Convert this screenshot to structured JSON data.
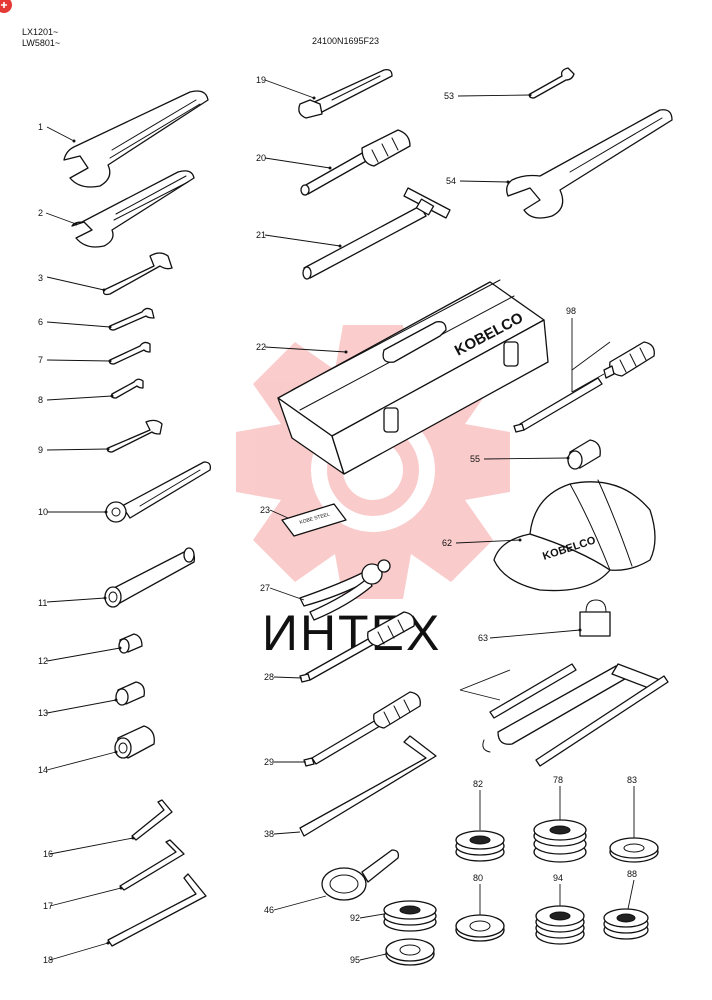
{
  "header": {
    "models": [
      "LX1201~",
      "LW5801~"
    ],
    "drawing_number": "24100N1695F23"
  },
  "watermark": {
    "text": "ИНТЕХ"
  },
  "toolbox_brand": "KOBELCO",
  "cap_brand": "KOBELCO",
  "steel_tag": "KOBE STEEL",
  "parts": [
    {
      "id": "p1",
      "number": "1",
      "icon": "double-open-end-wrench-large"
    },
    {
      "id": "p2",
      "number": "2",
      "icon": "double-open-end-wrench"
    },
    {
      "id": "p3",
      "number": "3",
      "icon": "open-end-wrench"
    },
    {
      "id": "p6",
      "number": "6",
      "icon": "small-wrench"
    },
    {
      "id": "p7",
      "number": "7",
      "icon": "small-wrench"
    },
    {
      "id": "p8",
      "number": "8",
      "icon": "small-wrench"
    },
    {
      "id": "p9",
      "number": "9",
      "icon": "open-end-wrench"
    },
    {
      "id": "p10",
      "number": "10",
      "icon": "ratchet-handle"
    },
    {
      "id": "p11",
      "number": "11",
      "icon": "extension-socket"
    },
    {
      "id": "p12",
      "number": "12",
      "icon": "socket"
    },
    {
      "id": "p13",
      "number": "13",
      "icon": "socket"
    },
    {
      "id": "p14",
      "number": "14",
      "icon": "socket"
    },
    {
      "id": "p16",
      "number": "16",
      "icon": "hex-key"
    },
    {
      "id": "p17",
      "number": "17",
      "icon": "hex-key"
    },
    {
      "id": "p18",
      "number": "18",
      "icon": "hex-key"
    },
    {
      "id": "p19",
      "number": "19",
      "icon": "adjustable-wrench"
    },
    {
      "id": "p20",
      "number": "20",
      "icon": "socket-screwdriver"
    },
    {
      "id": "p21",
      "number": "21",
      "icon": "t-bar-handle"
    },
    {
      "id": "p22",
      "number": "22",
      "icon": "tool-box"
    },
    {
      "id": "p23",
      "number": "23",
      "icon": "name-plate"
    },
    {
      "id": "p27",
      "number": "27",
      "icon": "pliers"
    },
    {
      "id": "p28",
      "number": "28",
      "icon": "flat-screwdriver"
    },
    {
      "id": "p29",
      "number": "29",
      "icon": "phillips-screwdriver"
    },
    {
      "id": "p38",
      "number": "38",
      "icon": "l-bar"
    },
    {
      "id": "p46",
      "number": "46",
      "icon": "filter-wrench"
    },
    {
      "id": "p53",
      "number": "53",
      "icon": "small-wrench"
    },
    {
      "id": "p54",
      "number": "54",
      "icon": "hook-wrench"
    },
    {
      "id": "p55",
      "number": "55",
      "icon": "socket"
    },
    {
      "id": "p62",
      "number": "62",
      "icon": "cap"
    },
    {
      "id": "p63",
      "number": "63",
      "icon": "padlock"
    },
    {
      "id": "p78",
      "number": "78",
      "icon": "shim-stack"
    },
    {
      "id": "p80",
      "number": "80",
      "icon": "washer"
    },
    {
      "id": "p82",
      "number": "82",
      "icon": "shim-stack"
    },
    {
      "id": "p83",
      "number": "83",
      "icon": "washer"
    },
    {
      "id": "p88",
      "number": "88",
      "icon": "shim-stack"
    },
    {
      "id": "p92",
      "number": "92",
      "icon": "shim-stack"
    },
    {
      "id": "p94",
      "number": "94",
      "icon": "shim-stack"
    },
    {
      "id": "p95",
      "number": "95",
      "icon": "washer"
    },
    {
      "id": "p98",
      "number": "98",
      "icon": "interchangeable-screwdriver"
    }
  ],
  "grease_gun": {
    "icon": "grease-gun"
  }
}
